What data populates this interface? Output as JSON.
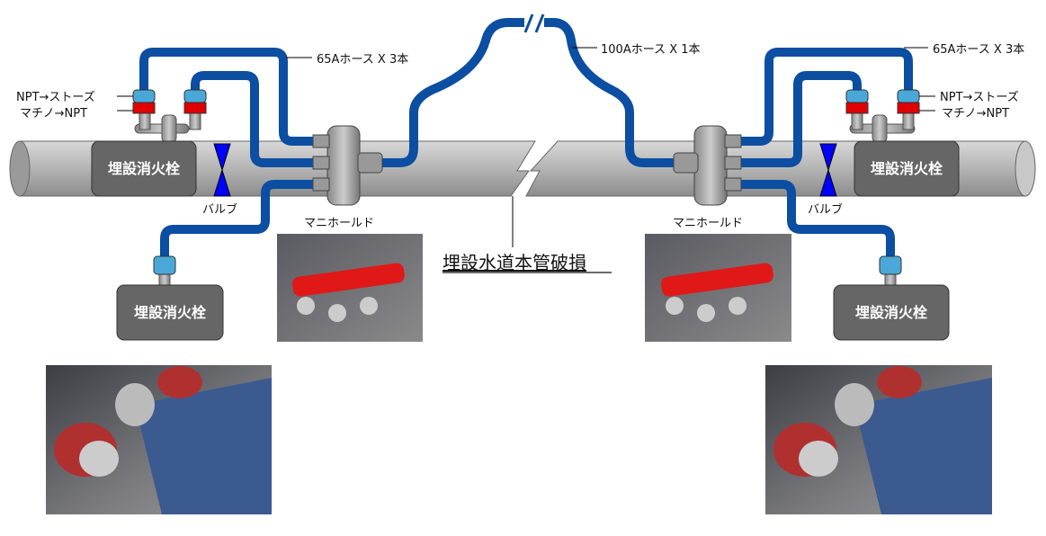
{
  "labels": {
    "hose_65a_left": "65Aホース X 3本",
    "hose_100a": "100Aホース X 1本",
    "hose_65a_right": "65Aホース X 3本",
    "adapter_top_left": "NPT→ストーズ",
    "adapter_bottom_left": "マチノ→NPT",
    "adapter_top_right": "NPT→ストーズ",
    "adapter_bottom_right": "マチノ→NPT",
    "valve_left": "バルブ",
    "valve_right": "バルブ",
    "manifold_left": "マニホールド",
    "manifold_right": "マニホールド",
    "damage": "埋設水道本管破損"
  },
  "hydrants": [
    "埋設消火栓",
    "埋設消火栓",
    "埋設消火栓",
    "埋設消火栓"
  ],
  "colors": {
    "hose": "#0b4ea2",
    "pipe": "#a9a9a9",
    "hydrant": "#666666",
    "valve": "#0000ff",
    "adapter_top": "#4aa8d8",
    "adapter_bottom": "#e00000"
  }
}
